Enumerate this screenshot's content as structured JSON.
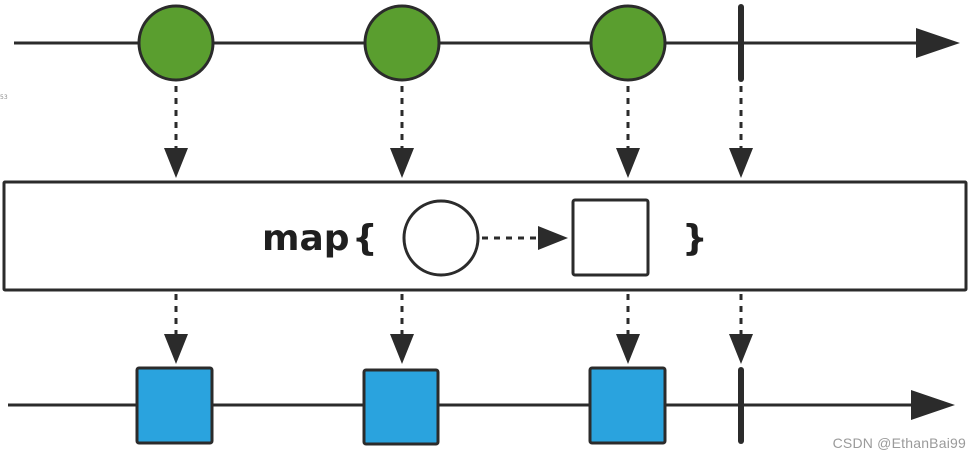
{
  "diagram": {
    "operator_label": "map",
    "open_brace": "{",
    "close_brace": "}",
    "input_marble_count": 3,
    "output_marble_count": 3,
    "colors": {
      "input_marble": "#5a9e2f",
      "output_marble": "#2aa3de",
      "line": "#2b2b2b",
      "box_border": "#2b2b2b",
      "background": "#ffffff"
    },
    "shapes": {
      "input": "circle",
      "output": "square"
    },
    "completion_marker": "vertical-bar"
  },
  "side_mark": "53",
  "watermark": "CSDN @EthanBai99"
}
